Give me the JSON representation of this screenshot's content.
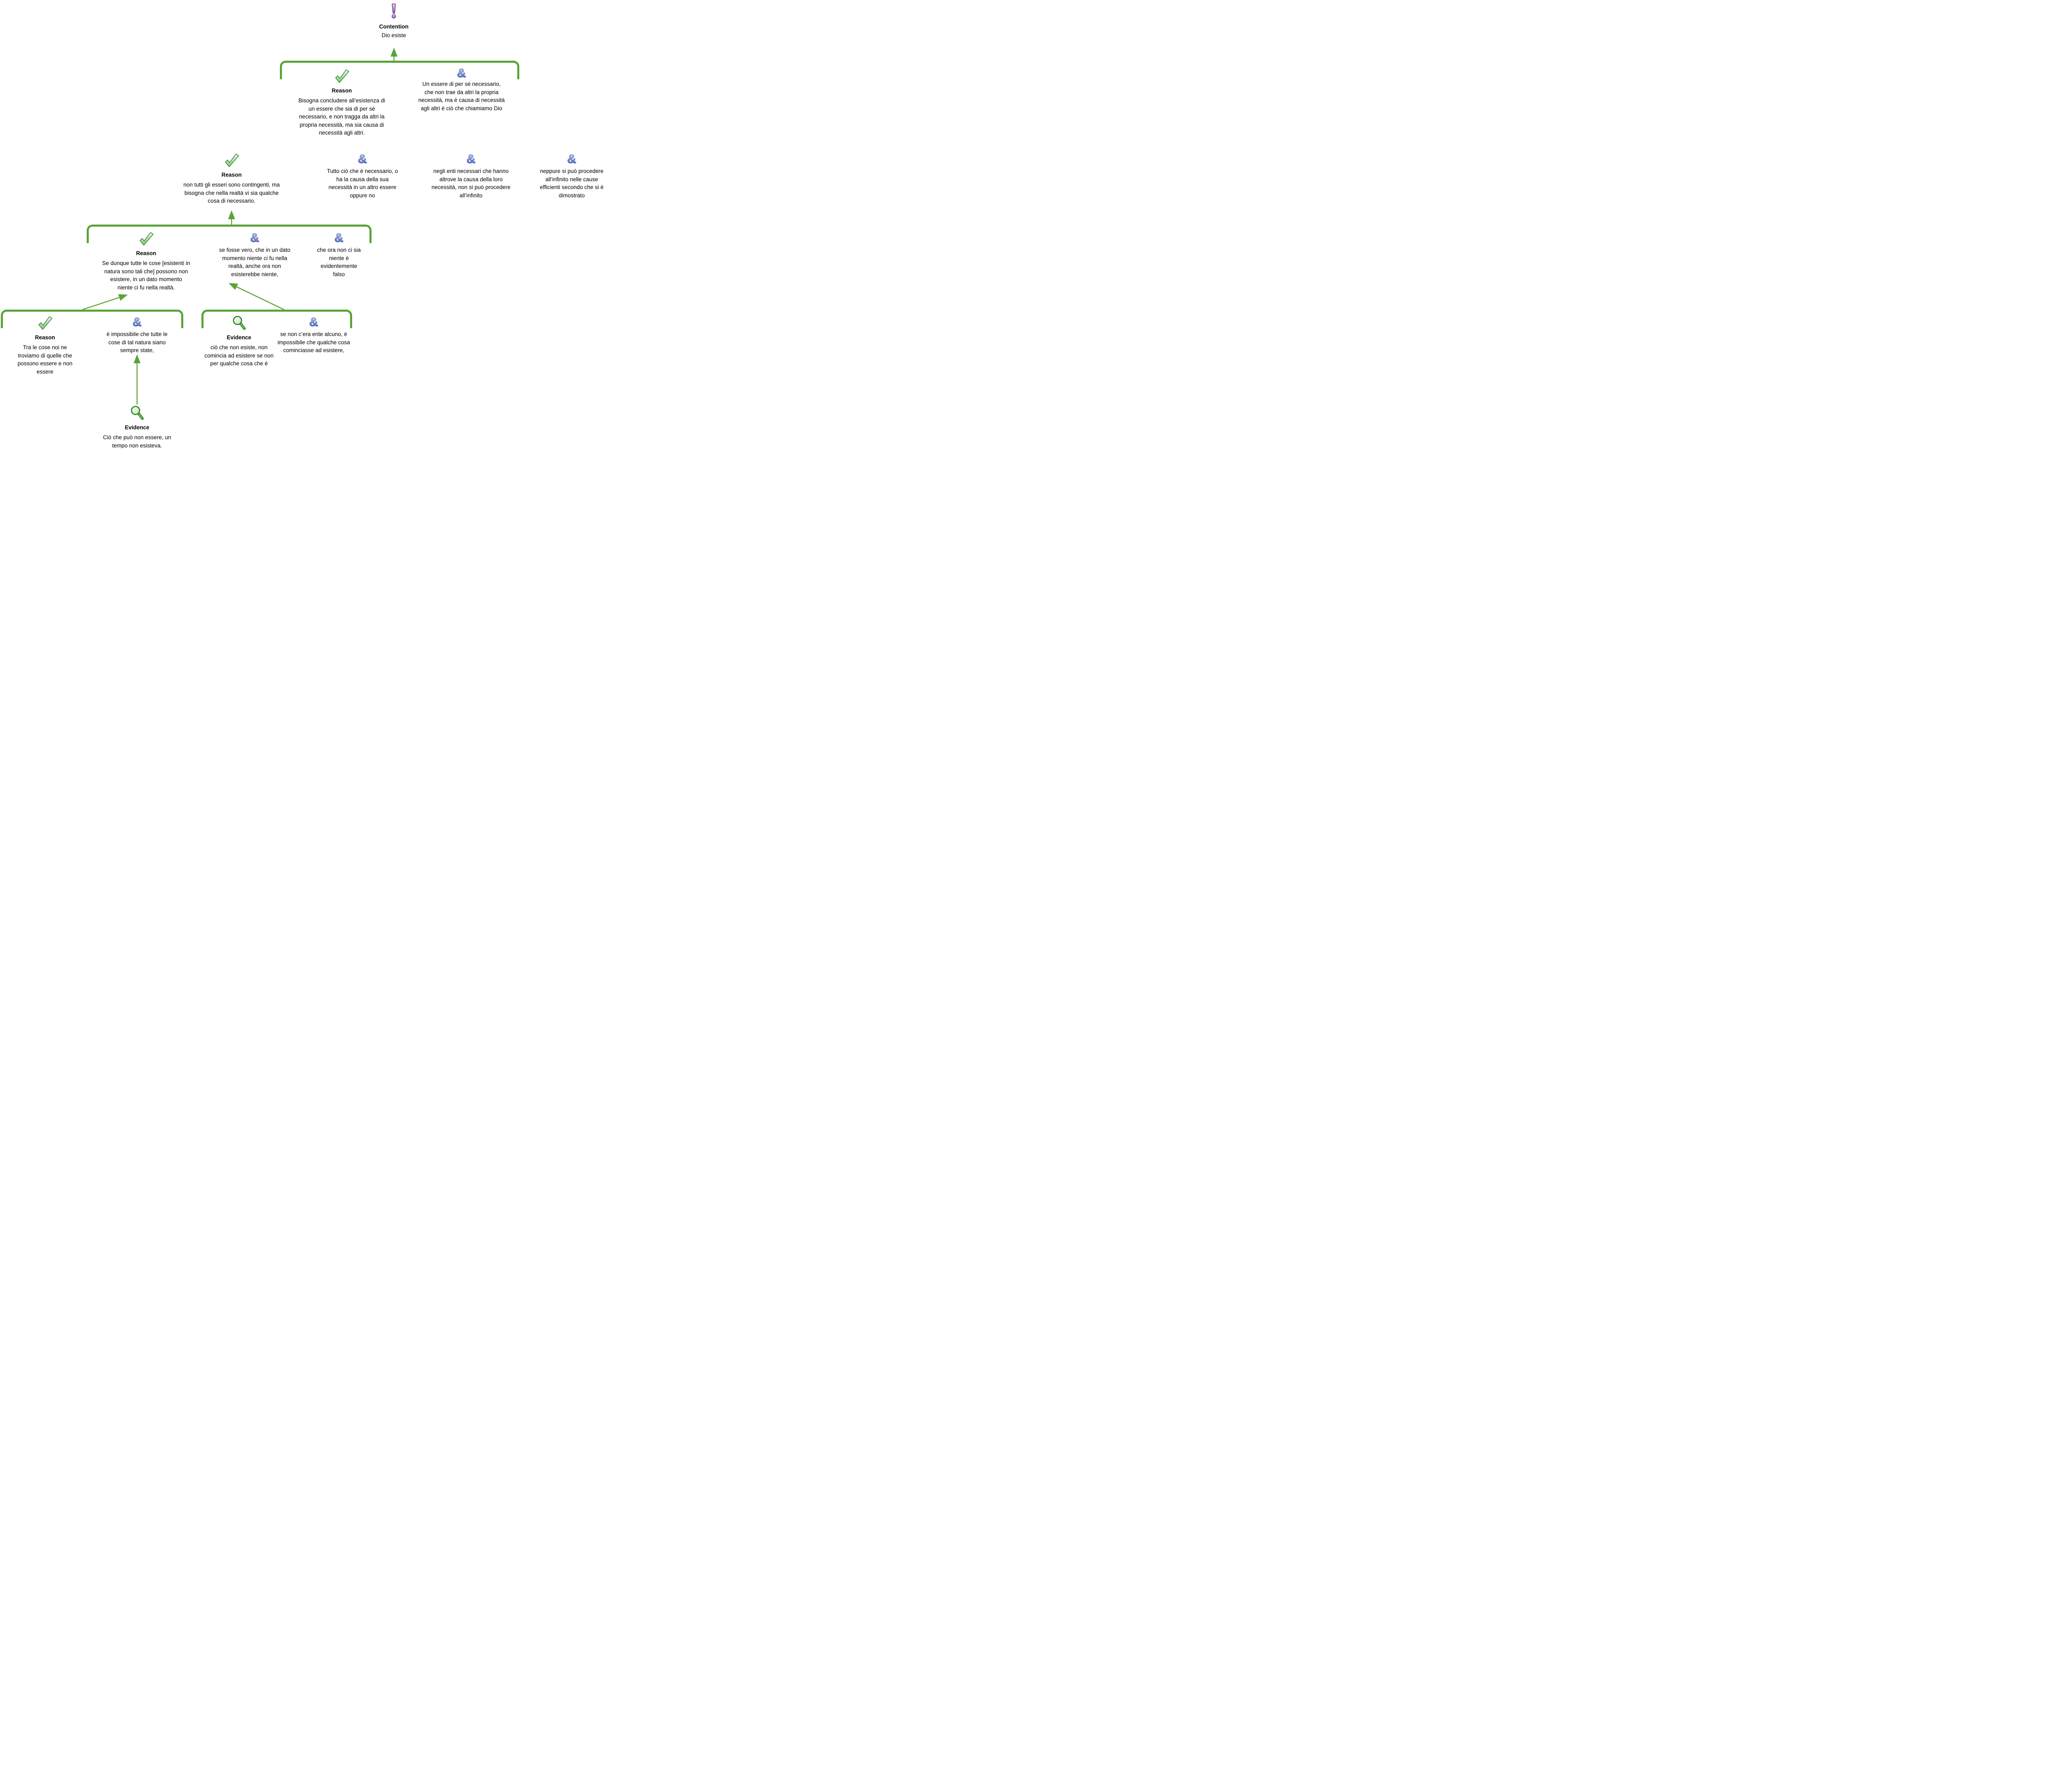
{
  "diagram": {
    "title_hint": "argument map",
    "colors": {
      "connector_green": "#5aa336",
      "check_green_dark": "#3e8a3a",
      "check_green_light": "#8fd586",
      "ampersand_blue": "#4059b8",
      "ampersand_blue_light": "#c8d2f0",
      "contention_purple": "#8e56ad",
      "text_color": "#000000",
      "background": "#ffffff"
    },
    "contention": {
      "icon": "exclamation-icon",
      "label": "Contention",
      "text": "Dio esiste"
    },
    "nodes": {
      "r1": {
        "kind": "reason",
        "icon": "check-icon",
        "label": "Reason",
        "text": "Bisogna concludere all’esistenza di\nun essere che sia di per sé\nnecessario, e non tragga da altri la\npropria necessità, ma sia causa di\nnecessità agli altri."
      },
      "a1": {
        "kind": "and",
        "icon": "ampersand-icon",
        "text": "Un essere di per sé necessario,\nche non  trae da altri la propria\nnecessità, ma è causa di necessità\nagli altri è ciò che chiamiamo Dio"
      },
      "r2": {
        "kind": "reason",
        "icon": "check-icon",
        "label": "Reason",
        "text": "non tutti gli esseri sono contingenti, ma\nbisogna che nella realtà vi sia qualche\ncosa di necessario."
      },
      "a2a": {
        "kind": "and",
        "icon": "ampersand-icon",
        "text": "Tutto ciò che è necessario, o\nha la causa della sua\nnecessità in un altro essere\noppure no"
      },
      "a2b": {
        "kind": "and",
        "icon": "ampersand-icon",
        "text": "negli enti necessari che hanno\naltrove la causa della loro\nnecessità, non si può procedere\nall’infinito"
      },
      "a2c": {
        "kind": "and",
        "icon": "ampersand-icon",
        "text": "neppure si può procedere\nall’infinito nelle cause\nefficienti secondo che si è\ndimostrato"
      },
      "r3": {
        "kind": "reason",
        "icon": "check-icon",
        "label": "Reason",
        "text": "Se dunque tutte le cose [esistenti in\nnatura sono tali che] possono non\nesistere, in un dato momento\nniente ci fu nella realtà."
      },
      "a3a": {
        "kind": "and",
        "icon": "ampersand-icon",
        "text": "se fosse vero, che in un dato\nmomento niente ci fu nella\nrealtà, anche ora non\nesisterebbe niente,"
      },
      "a3b": {
        "kind": "and",
        "icon": "ampersand-icon",
        "text": "che ora non ci sia\nniente è\nevidentemente\nfalso"
      },
      "r4": {
        "kind": "reason",
        "icon": "check-icon",
        "label": "Reason",
        "text": "Tra le cose noi ne\ntroviamo di quelle che\npossono essere e non\nessere"
      },
      "a4": {
        "kind": "and",
        "icon": "ampersand-icon",
        "text": "è impossibile che tutte le\ncose di tal natura siano\nsempre state,"
      },
      "e2": {
        "kind": "evidence",
        "icon": "magnifier-icon",
        "label": "Evidence",
        "text": "ciò che non esiste, non\ncomincia ad esistere se non\nper qualche cosa che è"
      },
      "a5": {
        "kind": "and",
        "icon": "ampersand-icon",
        "text": "se non c’era ente alcuno, è\nimpossibile che qualche cosa\ncominciasse ad esistere,"
      },
      "e1": {
        "kind": "evidence",
        "icon": "magnifier-icon",
        "label": "Evidence",
        "text": "Ciò che può non essere, un\ntempo non esisteva."
      }
    }
  }
}
